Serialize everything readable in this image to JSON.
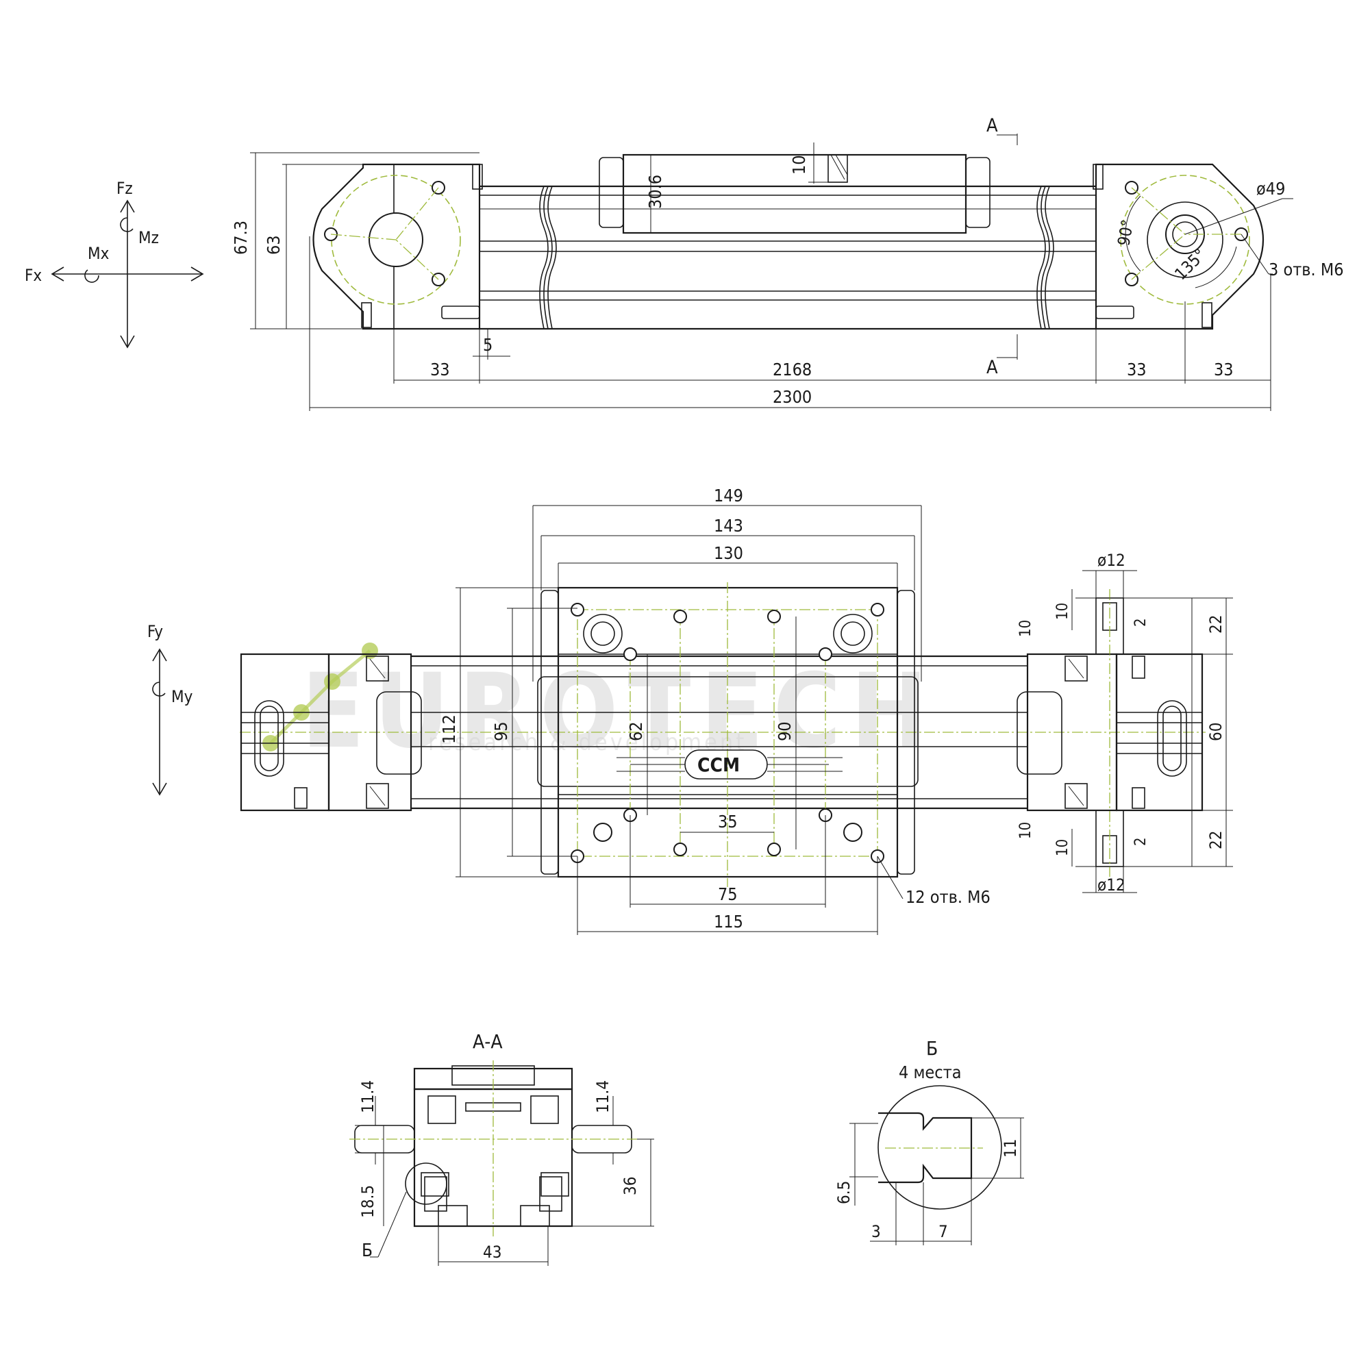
{
  "top_view": {
    "forces": {
      "fz": "Fz",
      "mz": "Mz",
      "mx": "Mx",
      "fx": "Fx"
    },
    "dims": {
      "h_outer": "67.3",
      "h_inner": "63",
      "carriage_h": "30.6",
      "slot_h": "10",
      "gap": "5",
      "end_left": "33",
      "stroke": "2168",
      "end_right_a": "33",
      "end_right_b": "33",
      "total": "2300"
    },
    "section_mark": "А",
    "flange": {
      "dia": "ø49",
      "angle_a": "90°",
      "angle_b": "135°",
      "holes": "3 отв. М6"
    }
  },
  "plan_view": {
    "force": {
      "fy": "Fy",
      "my": "My"
    },
    "dims": {
      "w149": "149",
      "w143": "143",
      "w130": "130",
      "h112": "112",
      "h95": "95",
      "h62": "62",
      "h90": "90",
      "w35": "35",
      "w75": "75",
      "w115": "115",
      "holes": "12 отв. М6",
      "pin_dia_top": "ø12",
      "pin_dia_bottom": "ø12",
      "p10_a": "10",
      "p10_b": "10",
      "p10_c": "10",
      "p10_d": "10",
      "p2_a": "2",
      "p2_b": "2",
      "p22_top": "22",
      "p60": "60",
      "p22_bottom": "22"
    },
    "logo": "CCM",
    "watermark": {
      "brand": "EUROTECH",
      "tagline": "research & development"
    }
  },
  "section_view": {
    "title": "А-А",
    "dims": {
      "left_top": "11.4",
      "right_top": "11.4",
      "left_mid": "18.5",
      "right_h": "36",
      "bottom_w": "43"
    },
    "callout": "Б"
  },
  "detail_view": {
    "title": "Б",
    "subtitle": "4 места",
    "dims": {
      "h11": "11",
      "h65": "6.5",
      "w3": "3",
      "w7": "7"
    }
  }
}
